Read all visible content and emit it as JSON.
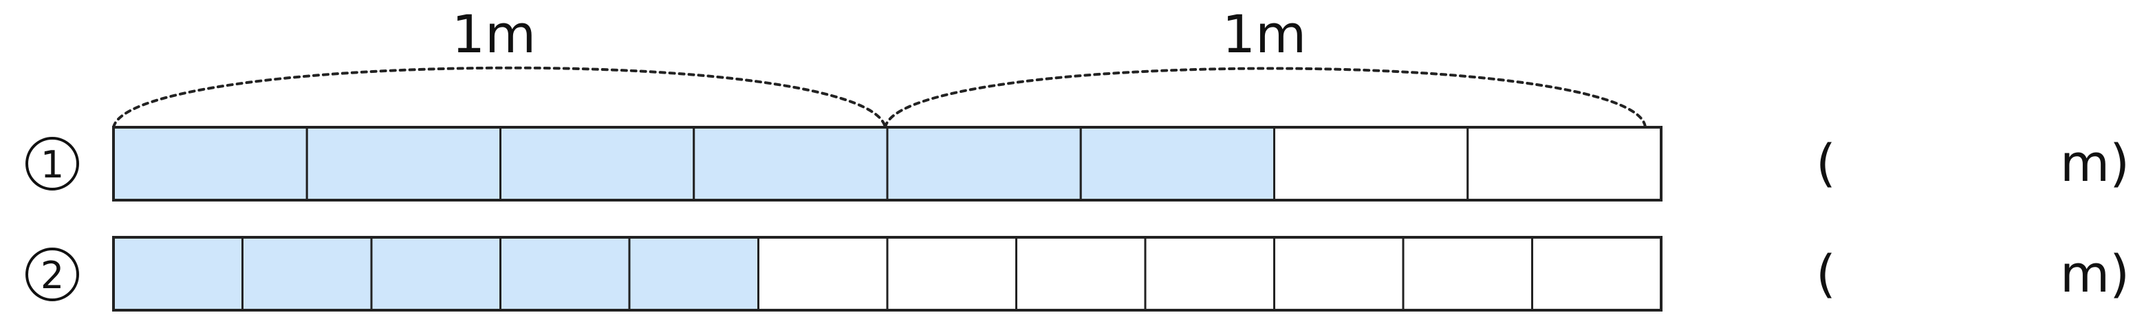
{
  "colors": {
    "filled": "#cfe6fb",
    "empty": "#ffffff",
    "stroke": "#222222"
  },
  "top_labels": [
    {
      "text": "1m"
    },
    {
      "text": "1m"
    }
  ],
  "rows": [
    {
      "number": "1",
      "cells": 8,
      "filled": 6,
      "paren_open": "(",
      "paren_close": "m)"
    },
    {
      "number": "2",
      "cells": 12,
      "filled": 5,
      "paren_open": "(",
      "paren_close": "m)"
    }
  ]
}
